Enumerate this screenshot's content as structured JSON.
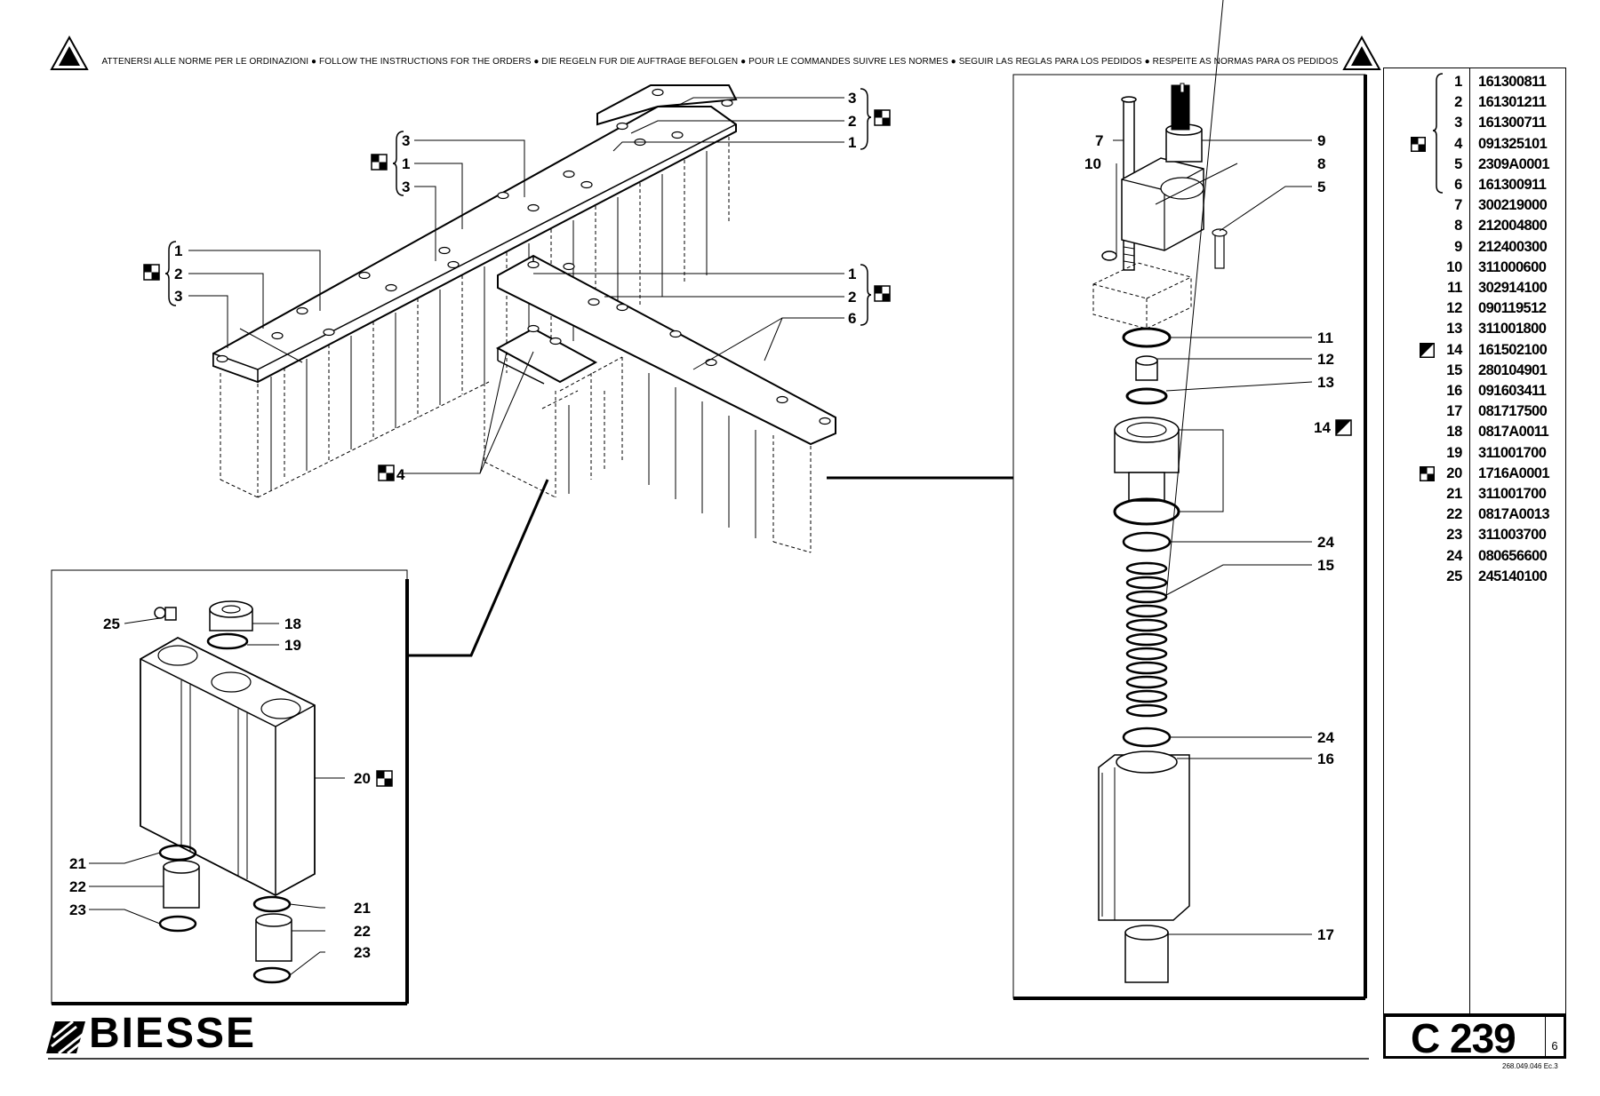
{
  "header": {
    "warning": "ATTENERSI ALLE NORME PER LE ORDINAZIONI ● FOLLOW THE INSTRUCTIONS FOR THE ORDERS ● DIE REGELN FUR DIE AUFTRAGE BEFOLGEN ● POUR LE COMMANDES SUIVRE LES NORMES ● SEGUIR LAS REGLAS PARA LOS PEDIDOS ● RESPEITE AS NORMAS PARA OS PEDIDOS"
  },
  "brand": {
    "name": "BIESSE"
  },
  "sheet": {
    "code": "C 239",
    "page": "6",
    "doc_id": "268.049.046 Ec.3"
  },
  "parts": [
    {
      "num": "1",
      "code": "161300811",
      "mark": ""
    },
    {
      "num": "2",
      "code": "161301211",
      "mark": ""
    },
    {
      "num": "3",
      "code": "161300711",
      "mark": ""
    },
    {
      "num": "4",
      "code": "091325101",
      "mark": "checker"
    },
    {
      "num": "5",
      "code": "2309A0001",
      "mark": ""
    },
    {
      "num": "6",
      "code": "161300911",
      "mark": ""
    },
    {
      "num": "7",
      "code": "300219000",
      "mark": ""
    },
    {
      "num": "8",
      "code": "212004800",
      "mark": ""
    },
    {
      "num": "9",
      "code": "212400300",
      "mark": ""
    },
    {
      "num": "10",
      "code": "311000600",
      "mark": ""
    },
    {
      "num": "11",
      "code": "302914100",
      "mark": ""
    },
    {
      "num": "12",
      "code": "090119512",
      "mark": ""
    },
    {
      "num": "13",
      "code": "311001800",
      "mark": ""
    },
    {
      "num": "14",
      "code": "161502100",
      "mark": "diagonal"
    },
    {
      "num": "15",
      "code": "280104901",
      "mark": ""
    },
    {
      "num": "16",
      "code": "091603411",
      "mark": ""
    },
    {
      "num": "17",
      "code": "081717500",
      "mark": ""
    },
    {
      "num": "18",
      "code": "0817A0011",
      "mark": ""
    },
    {
      "num": "19",
      "code": "311001700",
      "mark": ""
    },
    {
      "num": "20",
      "code": "1716A0001",
      "mark": "checker"
    },
    {
      "num": "21",
      "code": "311001700",
      "mark": ""
    },
    {
      "num": "22",
      "code": "0817A0013",
      "mark": ""
    },
    {
      "num": "23",
      "code": "311003700",
      "mark": ""
    },
    {
      "num": "24",
      "code": "080656600",
      "mark": ""
    },
    {
      "num": "25",
      "code": "245140100",
      "mark": ""
    }
  ],
  "callouts": {
    "top_right_group": [
      "3",
      "2",
      "1"
    ],
    "left_group": [
      "3",
      "1",
      "3"
    ],
    "far_left_group": [
      "1",
      "2",
      "3"
    ],
    "t_group": [
      "1",
      "2",
      "6"
    ],
    "item_4": "4",
    "right_panel": {
      "c7": "7",
      "c10": "10",
      "c9": "9",
      "c8": "8",
      "c5": "5",
      "c11": "11",
      "c12": "12",
      "c13": "13",
      "c14": "14",
      "c24a": "24",
      "c15": "15",
      "c24b": "24",
      "c16": "16",
      "c17": "17"
    },
    "left_panel": {
      "c25": "25",
      "c18": "18",
      "c19": "19",
      "c20": "20",
      "c21a": "21",
      "c22a": "22",
      "c23a": "23",
      "c21b": "21",
      "c22b": "22",
      "c23b": "23"
    }
  }
}
